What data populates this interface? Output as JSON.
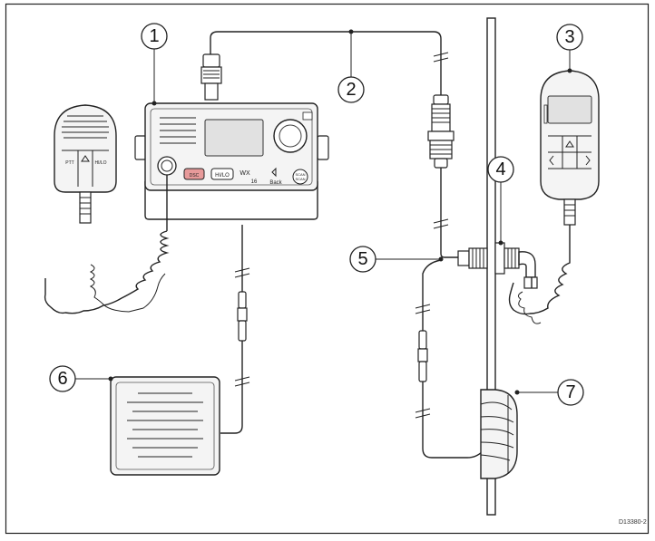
{
  "callouts": [
    {
      "id": "1",
      "label": "1"
    },
    {
      "id": "2",
      "label": "2"
    },
    {
      "id": "3",
      "label": "3"
    },
    {
      "id": "4",
      "label": "4"
    },
    {
      "id": "5",
      "label": "5"
    },
    {
      "id": "6",
      "label": "6"
    },
    {
      "id": "7",
      "label": "7"
    }
  ],
  "radio": {
    "btn_dsc": "DSC",
    "btn_hilo": "HI/LO",
    "btn_wx": "WX",
    "btn_16": "16",
    "btn_back": "Back",
    "btn_scan": "SCAN",
    "btn_scan2": "SCAN"
  },
  "handset_left": {
    "btn_ptt": "PTT",
    "btn_hilo": "HI/LO"
  },
  "figure_ref": "D13380-2"
}
